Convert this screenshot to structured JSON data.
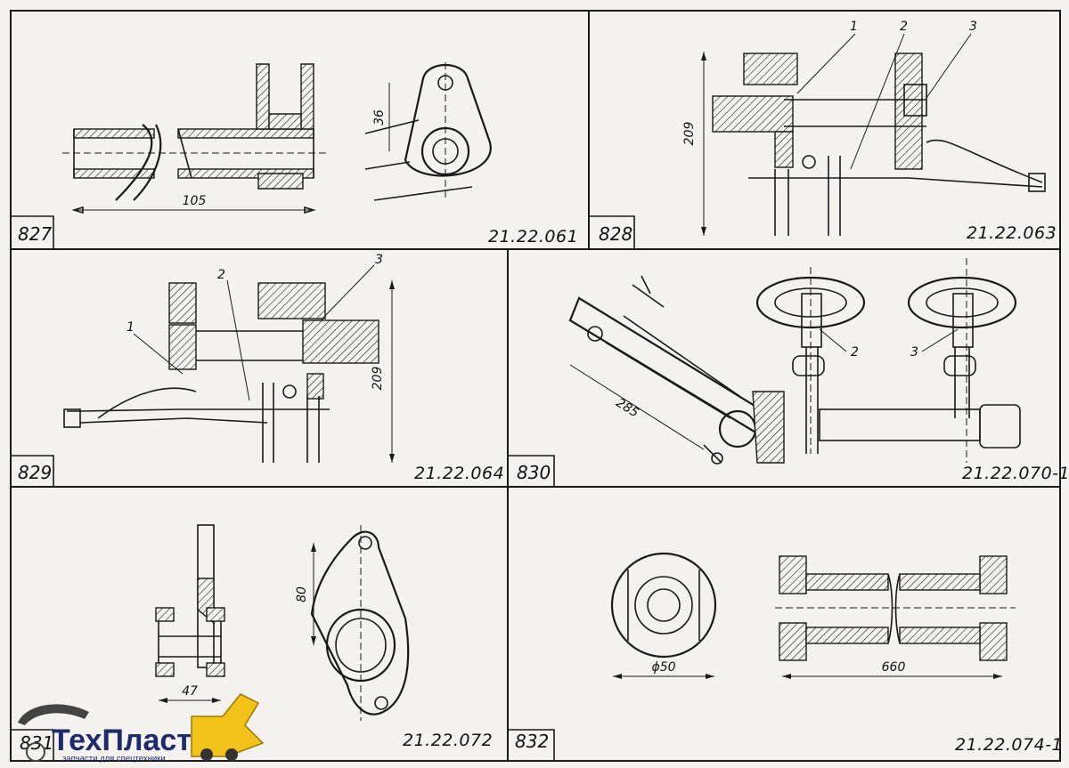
{
  "cells": [
    {
      "number": "827",
      "code": "21.22.061",
      "dims": [
        "105",
        "36"
      ]
    },
    {
      "number": "828",
      "code": "21.22.063",
      "dims": [
        "209"
      ],
      "callouts": [
        "1",
        "2",
        "3"
      ]
    },
    {
      "number": "829",
      "code": "21.22.064",
      "dims": [
        "209"
      ],
      "callouts": [
        "1",
        "2",
        "3"
      ]
    },
    {
      "number": "830",
      "code": "21.22.070-1",
      "dims": [
        "285"
      ],
      "callouts": [
        "2",
        "3"
      ]
    },
    {
      "number": "831",
      "code": "21.22.072",
      "dims": [
        "47",
        "80"
      ]
    },
    {
      "number": "832",
      "code": "21.22.074-1",
      "dims": [
        "ϕ50",
        "660"
      ]
    }
  ],
  "logo": {
    "name": "ТехПласт",
    "tagline": "запчасти для спецтехники"
  }
}
